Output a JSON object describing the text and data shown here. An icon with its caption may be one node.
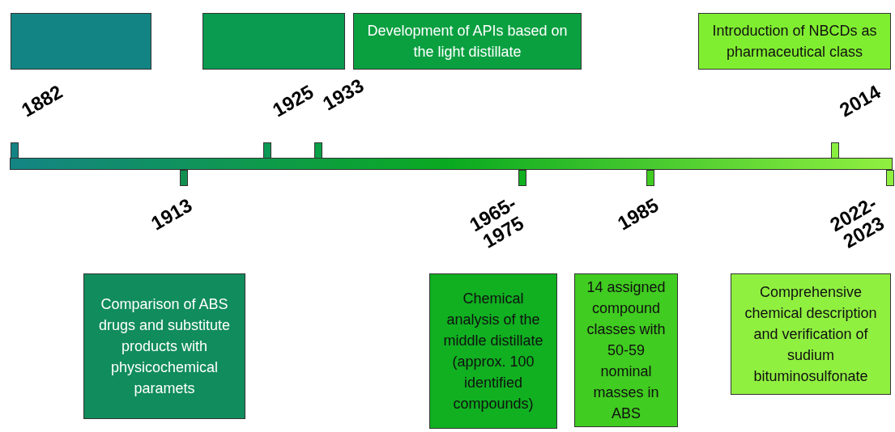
{
  "diagram": {
    "nodes": [
      {
        "text": [],
        "shape": "box"
      },
      {
        "text": [],
        "shape": "box"
      },
      {
        "text": [
          "Development of APIs based on the light distillate"
        ]
      },
      {
        "text": [
          "Introduction of NBCDs as pharmaceutical class"
        ]
      },
      {
        "text": [
          "Comparison of ABS drugs and substitute products with physicochemical paramets"
        ]
      },
      {
        "text": [
          "Chemical analysis of the middle distillate (approx. 100 identified compounds)"
        ]
      },
      {
        "text": [
          "14 assigned compound classes with 50-59 nominal masses in ABS"
        ]
      },
      {
        "text": [
          "Comprehensive chemical description and verification of sudium bituminosulfonate"
        ]
      }
    ],
    "edges": [],
    "labels": [
      "1882",
      "1925",
      "1933",
      "2014",
      "1913",
      "1965-1975",
      "1985",
      "2022-2023"
    ]
  }
}
